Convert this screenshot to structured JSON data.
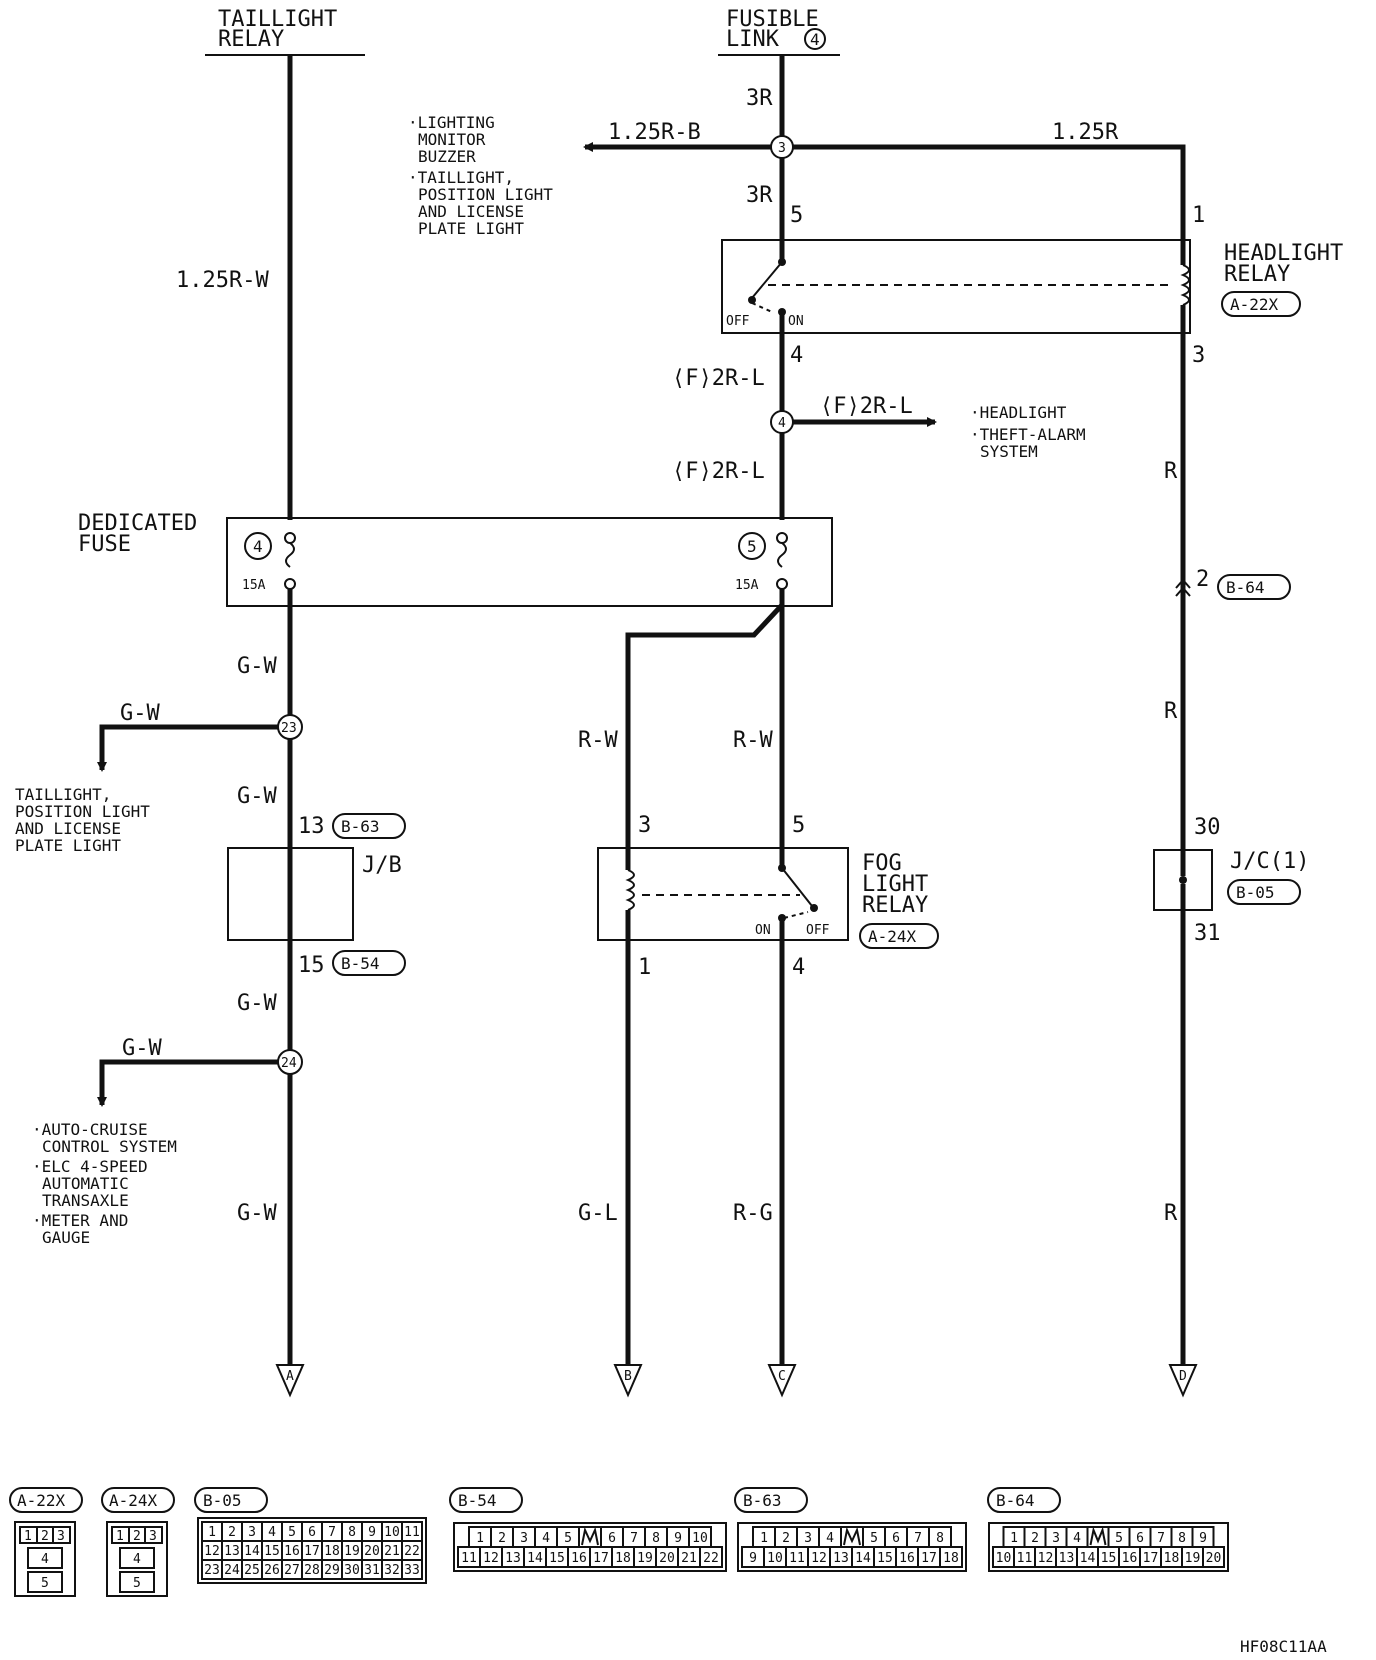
{
  "sources": {
    "taillight_relay": [
      "TAILLIGHT",
      "RELAY"
    ],
    "fusible_link": [
      "FUSIBLE",
      "LINK"
    ],
    "fusible_link_num": "4"
  },
  "wires": {
    "w_1_25r_w": "1.25R-W",
    "w_3r_top": "3R",
    "w_3r_mid": "3R",
    "w_1_25r_b": "1.25R-B",
    "w_1_25r": "1.25R",
    "w_f2rl_a": "⟨F⟩2R-L",
    "w_f2rl_b": "⟨F⟩2R-L",
    "w_f2rl_c": "⟨F⟩2R-L",
    "w_r_a": "R",
    "w_r_b": "R",
    "w_r_c": "R",
    "w_gw_a": "G-W",
    "w_gw_b": "G-W",
    "w_gw_c": "G-W",
    "w_gw_d": "G-W",
    "w_gw_e": "G-W",
    "w_gw_f": "G-W",
    "w_rw_a": "R-W",
    "w_rw_b": "R-W",
    "w_gl": "G-L",
    "w_rg": "R-G"
  },
  "junctions": {
    "j3": "3",
    "j4": "4",
    "j23": "23",
    "j24": "24"
  },
  "notes": {
    "lighting_monitor": [
      "·LIGHTING",
      "MONITOR",
      "BUZZER",
      "·TAILLIGHT,",
      "POSITION LIGHT",
      "AND LICENSE",
      "PLATE LIGHT"
    ],
    "headlight_dest": [
      "·HEADLIGHT",
      "·THEFT-ALARM",
      "SYSTEM"
    ],
    "taillight_dest": [
      "TAILLIGHT,",
      "POSITION LIGHT",
      "AND LICENSE",
      "PLATE LIGHT"
    ],
    "cruise_dest": [
      "·AUTO-CRUISE",
      "CONTROL SYSTEM",
      "·ELC 4-SPEED",
      "AUTOMATIC",
      "TRANSAXLE",
      "·METER AND",
      "GAUGE"
    ]
  },
  "headlight_relay": {
    "title": [
      "HEADLIGHT",
      "RELAY"
    ],
    "code": "A-22X",
    "off": "OFF",
    "on": "ON",
    "pins": [
      "5",
      "4",
      "1",
      "3"
    ]
  },
  "dedicated_fuse": {
    "title": [
      "DEDICATED",
      "FUSE"
    ],
    "fuse_a_num": "4",
    "fuse_a_rating": "15A",
    "fuse_b_num": "5",
    "fuse_b_rating": "15A"
  },
  "jb": {
    "label": "J/B",
    "pin_top": "13",
    "pin_bottom": "15",
    "conn_top": "B-63",
    "conn_bottom": "B-54"
  },
  "fog_relay": {
    "title": [
      "FOG",
      "LIGHT",
      "RELAY"
    ],
    "code": "A-24X",
    "on": "ON",
    "off": "OFF",
    "pins": [
      "3",
      "5",
      "1",
      "4"
    ]
  },
  "jc": {
    "label": "J/C(1)",
    "code": "B-05",
    "pin_top": "30",
    "pin_bottom": "31"
  },
  "b64_pin": "2",
  "b64_code": "B-64",
  "terminals": [
    "A",
    "B",
    "C",
    "D"
  ],
  "connectors": {
    "a22x": {
      "name": "A-22X",
      "pins": [
        "1",
        "2",
        "3",
        "4",
        "5"
      ]
    },
    "a24x": {
      "name": "A-24X",
      "pins": [
        "1",
        "2",
        "3",
        "4",
        "5"
      ]
    },
    "b05": {
      "name": "B-05",
      "rows": [
        [
          "1",
          "2",
          "3",
          "4",
          "5",
          "6",
          "7",
          "8",
          "9",
          "10",
          "11"
        ],
        [
          "12",
          "13",
          "14",
          "15",
          "16",
          "17",
          "18",
          "19",
          "20",
          "21",
          "22"
        ],
        [
          "23",
          "24",
          "25",
          "26",
          "27",
          "28",
          "29",
          "30",
          "31",
          "32",
          "33"
        ]
      ]
    },
    "b54": {
      "name": "B-54",
      "rows": [
        [
          "1",
          "2",
          "3",
          "4",
          "5",
          "",
          "6",
          "7",
          "8",
          "9",
          "10"
        ],
        [
          "11",
          "12",
          "13",
          "14",
          "15",
          "16",
          "17",
          "18",
          "19",
          "20",
          "21",
          "22"
        ]
      ]
    },
    "b63": {
      "name": "B-63",
      "rows": [
        [
          "1",
          "2",
          "3",
          "4",
          "",
          "5",
          "6",
          "7",
          "8"
        ],
        [
          "9",
          "10",
          "11",
          "12",
          "13",
          "14",
          "15",
          "16",
          "17",
          "18"
        ]
      ]
    },
    "b64": {
      "name": "B-64",
      "rows": [
        [
          "1",
          "2",
          "3",
          "4",
          "",
          "5",
          "6",
          "7",
          "8",
          "9"
        ],
        [
          "10",
          "11",
          "12",
          "13",
          "14",
          "15",
          "16",
          "17",
          "18",
          "19",
          "20"
        ]
      ]
    }
  },
  "figure_id": "HF08C11AA"
}
